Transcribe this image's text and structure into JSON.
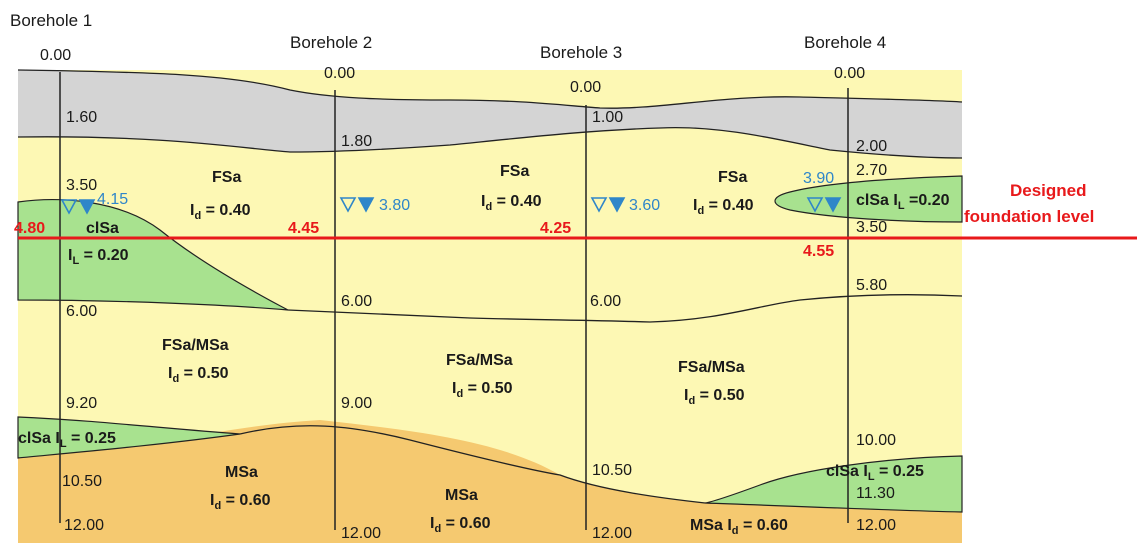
{
  "diagram": {
    "type": "geotechnical-soil-profile",
    "colors": {
      "fill_layer": "#d4d4d4",
      "fine_sand": "#fdf8b4",
      "medium_sand": "#f5c970",
      "clayey_sand": "#a8e28f",
      "foundation_line": "#e8191b",
      "water_level": "#2f86c9"
    },
    "boreholes": [
      {
        "name": "Borehole 1",
        "top": "0.00",
        "depths": [
          "1.60",
          "3.50",
          "6.00",
          "9.20",
          "10.50",
          "12.00"
        ],
        "water": "4.15",
        "foundation": "4.80"
      },
      {
        "name": "Borehole 2",
        "top": "0.00",
        "depths": [
          "1.80",
          "6.00",
          "9.00",
          "12.00"
        ],
        "water": "3.80",
        "foundation": "4.45"
      },
      {
        "name": "Borehole 3",
        "top": "0.00",
        "depths": [
          "1.00",
          "6.00",
          "10.50",
          "12.00"
        ],
        "water": "3.60",
        "foundation": "4.25"
      },
      {
        "name": "Borehole 4",
        "top": "0.00",
        "depths": [
          "2.00",
          "2.70",
          "3.50",
          "5.80",
          "10.00",
          "11.30",
          "12.00"
        ],
        "water": "3.90",
        "foundation": "4.55"
      }
    ],
    "soils": {
      "fsa_upper_1": {
        "name": "FSa",
        "idx": "0.40"
      },
      "fsa_upper_2": {
        "name": "FSa",
        "idx": "0.40"
      },
      "fsa_upper_3": {
        "name": "FSa",
        "idx": "0.40"
      },
      "clsa_lens_1": {
        "name": "clSa",
        "il": "0.20"
      },
      "clsa_lens_4": {
        "name": "clSa",
        "il": "0.20"
      },
      "fsamsa_1": {
        "name": "FSa/MSa",
        "idx": "0.50"
      },
      "fsamsa_2": {
        "name": "FSa/MSa",
        "idx": "0.50"
      },
      "fsamsa_3": {
        "name": "FSa/MSa",
        "idx": "0.50"
      },
      "clsa_lower_1": {
        "name": "clSa",
        "il": "0.25"
      },
      "clsa_lower_4": {
        "name": "clSa",
        "il": "0.25"
      },
      "msa_1": {
        "name": "MSa",
        "idx": "0.60"
      },
      "msa_2": {
        "name": "MSa",
        "idx": "0.60"
      },
      "msa_3": {
        "name": "MSa",
        "idx": "0.60"
      }
    },
    "foundation_label": [
      "Designed",
      "foundation level"
    ]
  }
}
